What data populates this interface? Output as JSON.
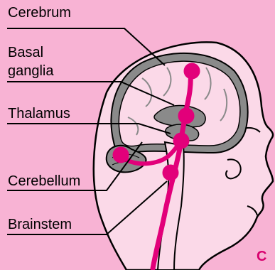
{
  "labels": {
    "cerebrum": "Cerebrum",
    "basal_line1": "Basal",
    "basal_line2": "ganglia",
    "thalamus": "Thalamus",
    "cerebellum": "Cerebellum",
    "brainstem": "Brainstem"
  },
  "panel_letter": "C",
  "colors": {
    "background": "#f8b3d4",
    "brain_fill": "#fbd9e8",
    "gray_matter": "#8a8a8a",
    "pathway": "#e2007a",
    "outline": "#000000"
  }
}
